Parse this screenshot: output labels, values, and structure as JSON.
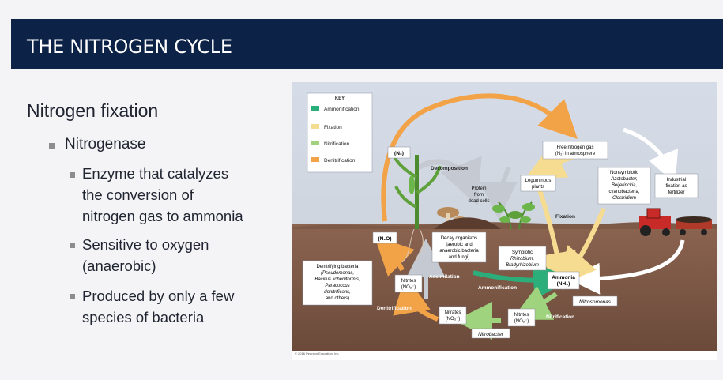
{
  "slide": {
    "title": "THE NITROGEN CYCLE",
    "heading": "Nitrogen fixation",
    "subheading": "Nitrogenase",
    "points": [
      [
        "Enzyme that catalyzes",
        "the conversion of",
        "nitrogen gas to ammonia"
      ],
      [
        "Sensitive to oxygen",
        "(anaerobic)"
      ],
      [
        "Produced by only a few",
        "species of bacteria"
      ]
    ]
  },
  "diagram": {
    "key": {
      "title": "KEY",
      "items": [
        {
          "label": "Ammonification",
          "color": "#2cae7a"
        },
        {
          "label": "Fixation",
          "color": "#f6dc90"
        },
        {
          "label": "Nitrification",
          "color": "#9fd37e"
        },
        {
          "label": "Denitrification",
          "color": "#f3a347"
        }
      ]
    },
    "n2_small": "(N₂)",
    "free_nitrogen": [
      "Free nitrogen gas",
      "(N₂) in atmosphere"
    ],
    "decomposition": "Decomposition",
    "protein": [
      "Protein",
      "from",
      "dead cells"
    ],
    "leguminous": [
      "Leguminous",
      "plants"
    ],
    "nonsymbiotic": [
      "Nonsymbiotic",
      "Azotobacter,",
      "Beijerinckia,",
      "cyanobacteria,",
      "Clostridium"
    ],
    "industrial": [
      "Industrial",
      "fixation as",
      "fertilizer"
    ],
    "fixation": "Fixation",
    "n2o": "(N₂O)",
    "decay": [
      "Decay organisms",
      "(aerobic and",
      "anaerobic bacteria",
      "and fungi)"
    ],
    "symbiotic": [
      "Symbiotic",
      "Rhizobium,",
      "Bradyrhizobium"
    ],
    "denitrifying": [
      "Denitrifying bacteria",
      "(Pseudomonas,",
      "Bacillus licheniformis,",
      "Paracoccus",
      "denitrificans,",
      "and others)"
    ],
    "nitrites_left": [
      "Nitrites",
      "(NO₂⁻)"
    ],
    "assimilation": "Assimilation",
    "ammonification": "Ammonification",
    "ammonia": [
      "Ammonia",
      "(NH₃)"
    ],
    "nitrosomonas": "Nitrosomonas",
    "denitrification": "Denitrification",
    "nitrates": [
      "Nitrates",
      "(NO₃⁻)"
    ],
    "nitrites_right": [
      "Nitrites",
      "(NO₂⁻)"
    ],
    "nitrification": "Nitrification",
    "nitrobacter": "Nitrobacter",
    "copyright": "© 2016 Pearson Education, Inc."
  }
}
